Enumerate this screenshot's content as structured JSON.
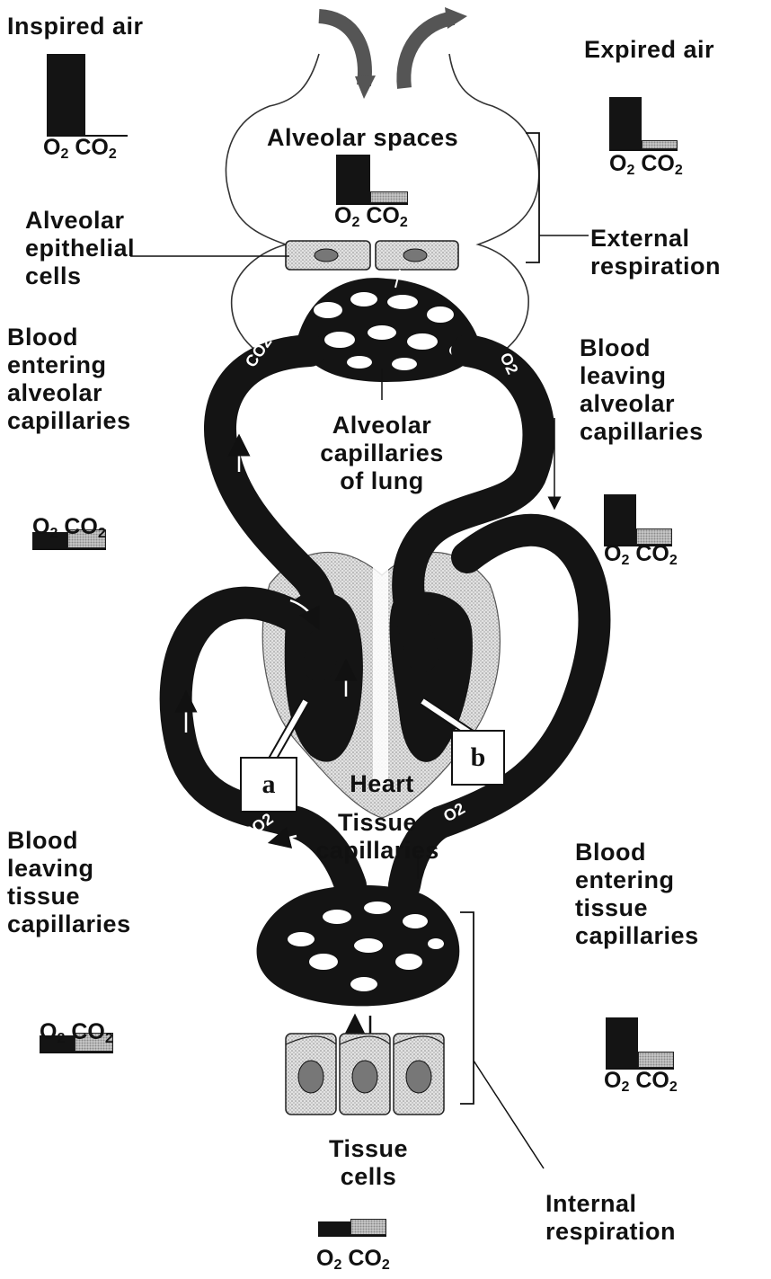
{
  "labels": {
    "inspired_air": "Inspired air",
    "expired_air": "Expired air",
    "alveolar_spaces": "Alveolar spaces",
    "alveolar_epithelial_cells": "Alveolar\nepithelial\ncells",
    "external_respiration": "External\nrespiration",
    "blood_entering_alveolar": "Blood\nentering\nalveolar\ncapillaries",
    "blood_leaving_alveolar": "Blood\nleaving\nalveolar\ncapillaries",
    "alveolar_capillaries_of_lung": "Alveolar\ncapillaries\nof lung",
    "heart": "Heart",
    "tissue_capillaries": "Tissue\ncapillaries",
    "blood_leaving_tissue": "Blood\nleaving\ntissue\ncapillaries",
    "blood_entering_tissue": "Blood\nentering\ntissue\ncapillaries",
    "tissue_cells": "Tissue\ncells",
    "internal_respiration": "Internal\nrespiration"
  },
  "box_labels": {
    "a": "a",
    "b": "b"
  },
  "gas": {
    "o2": "O",
    "co2": "CO",
    "sub": "2"
  },
  "vessel_gas_labels": {
    "co2": "CO2",
    "o2": "O2"
  },
  "colors": {
    "blood": "#141414",
    "co2_fill": "#cfcfcf",
    "heart_tissue": "#d8d8d8"
  },
  "gas_levels": {
    "inspired_air": {
      "o2": 1.0,
      "co2": 0.0
    },
    "alveolar_spaces": {
      "o2": 0.85,
      "co2": 0.2
    },
    "expired_air": {
      "o2": 0.85,
      "co2": 0.15
    },
    "blood_entering_alveolar": {
      "o2": 0.3,
      "co2": 0.35
    },
    "blood_leaving_alveolar": {
      "o2": 0.8,
      "co2": 0.25
    },
    "blood_leaving_tissue": {
      "o2": 0.3,
      "co2": 0.35
    },
    "blood_entering_tissue": {
      "o2": 0.8,
      "co2": 0.25
    },
    "tissue_cells": {
      "o2": 0.25,
      "co2": 0.3
    }
  }
}
